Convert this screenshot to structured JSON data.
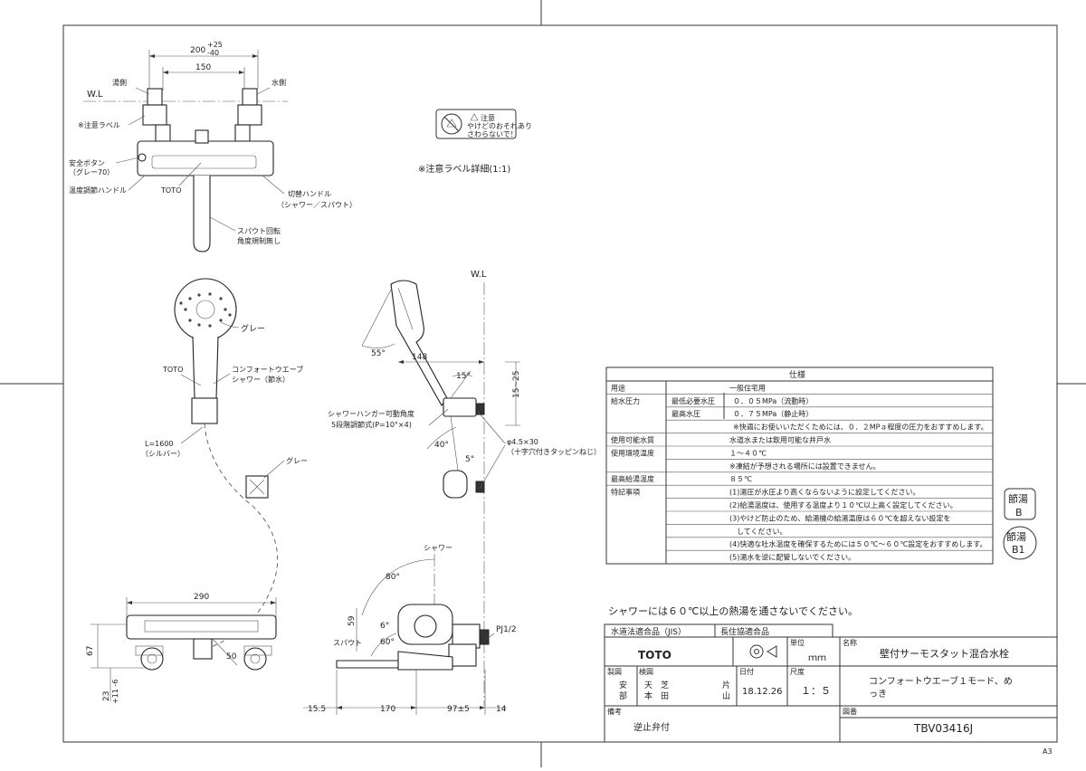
{
  "caution_label": {
    "title": "注意",
    "line1": "やけどのおそれあり",
    "line2": "さわらないで！",
    "caption": "※注意ラベル詳細(1:1)"
  },
  "top_view": {
    "dim_outer": "200",
    "dim_outer_tol_upper": "+25",
    "dim_outer_tol_lower": "-40",
    "dim_inner": "150",
    "wl": "W.L",
    "hot_side": "湯側",
    "cold_side": "水側",
    "caution_label_note": "※注意ラベル",
    "safety_button_1": "安全ボタン",
    "safety_button_2": "（グレー70）",
    "temp_handle": "温度調節ハンドル",
    "toto": "TOTO",
    "switch_handle_1": "切替ハンドル",
    "switch_handle_2": "（シャワー／スパウト）",
    "spout_rot_1": "スパウト回転",
    "spout_rot_2": "角度規制無し"
  },
  "shower_head": {
    "gray": "グレー",
    "toto": "TOTO",
    "name_1": "コンフォートウエーブ",
    "name_2": "シャワー（節水）",
    "hose_1": "L=1600",
    "hose_2": "（シルバー）",
    "hanger_gray": "グレー"
  },
  "side_view": {
    "wl": "W.L",
    "angle_55": "55°",
    "dim_148": "148",
    "angle_15": "15°",
    "dim_15_25": "15~25",
    "hanger_1": "シャワーハンガー可動角度",
    "hanger_2": "5段階調節式(P=10°×4)",
    "angle_40": "40°",
    "angle_5": "5°",
    "screw_1": "φ4.5×30",
    "screw_2": "（十字穴付きタッピンねじ）"
  },
  "spec_table": {
    "title": "仕様",
    "rows": [
      {
        "label": "用途",
        "sub": "",
        "value": "一般住宅用"
      },
      {
        "label": "給水圧力",
        "sub": "最低必要水圧",
        "value": "０．０５MPa（流動時）"
      },
      {
        "label": "",
        "sub": "最高水圧",
        "value": "０．７５MPa（静止時）"
      },
      {
        "label": "",
        "sub": "",
        "value": "※快適にお使いいただくためには、０．２MPａ程度の圧力をおすすめします。"
      },
      {
        "label": "使用可能水質",
        "sub": "",
        "value": "水道水または飲用可能な井戸水"
      },
      {
        "label": "使用環境温度",
        "sub": "",
        "value": "１～４０℃"
      },
      {
        "label": "",
        "sub": "",
        "value": "※凍結が予想される場所には設置できません。"
      },
      {
        "label": "最高給湯温度",
        "sub": "",
        "value": "８５℃"
      },
      {
        "label": "特記事項",
        "sub": "",
        "value": "(1)湯圧が水圧より高くならないように設定してください。"
      },
      {
        "label": "",
        "sub": "",
        "value": "(2)給湯温度は、使用する温度より１０℃以上高く設定してください。"
      },
      {
        "label": "",
        "sub": "",
        "value": "(3)やけど防止のため、給湯機の給湯温度は６０℃を超えない設定を"
      },
      {
        "label": "",
        "sub": "",
        "value": "　してください。"
      },
      {
        "label": "",
        "sub": "",
        "value": "(4)快適な吐水温度を確保するためには５０℃～６０℃設定をおすすめします。"
      },
      {
        "label": "",
        "sub": "",
        "value": "(5)湯水を逆に配管しないでください。"
      }
    ]
  },
  "badges": [
    {
      "line1": "節湯",
      "line2": "B"
    },
    {
      "line1": "節湯",
      "line2": "B1"
    }
  ],
  "warning": "シャワーには６０℃以上の熱湯を通さないでください。",
  "front_view": {
    "dim_290": "290",
    "dim_67": "67",
    "dim_23": "23",
    "tol_23": "+11 -6",
    "dim_50": "50"
  },
  "bottom_side_view": {
    "shower": "シャワー",
    "angle_80": "80°",
    "dim_59": "59",
    "angle_6": "6°",
    "spout": "スパウト",
    "angle_60": "60°",
    "pj": "PJ1/2",
    "dim_15_5": "15.5",
    "dim_170": "170",
    "dim_97": "97±5",
    "dim_14": "14"
  },
  "title_block": {
    "cert_1": "水道法適合品（JIS）",
    "cert_2": "長住協適合品",
    "brand": "TOTO",
    "unit_label": "単位",
    "unit": "ｍｍ",
    "name_label": "名称",
    "name": "壁付サーモスタット混合水栓",
    "product_1": "コンフォートウエーブ１モード、め",
    "product_2": "っき",
    "made_label": "製図",
    "made_1": "安",
    "made_2": "部",
    "check_label": "検図",
    "check_1": "天　芝",
    "check_2": "本　田",
    "check_3": "片",
    "check_4": "山",
    "date_label": "日付",
    "date": "18.12.26",
    "scale_label": "尺度",
    "scale": "１：５",
    "note_label": "備考",
    "note": "逆止弁付",
    "drawing_no_label": "図番",
    "drawing_no": "TBV03416J",
    "sheet_size": "A3"
  }
}
